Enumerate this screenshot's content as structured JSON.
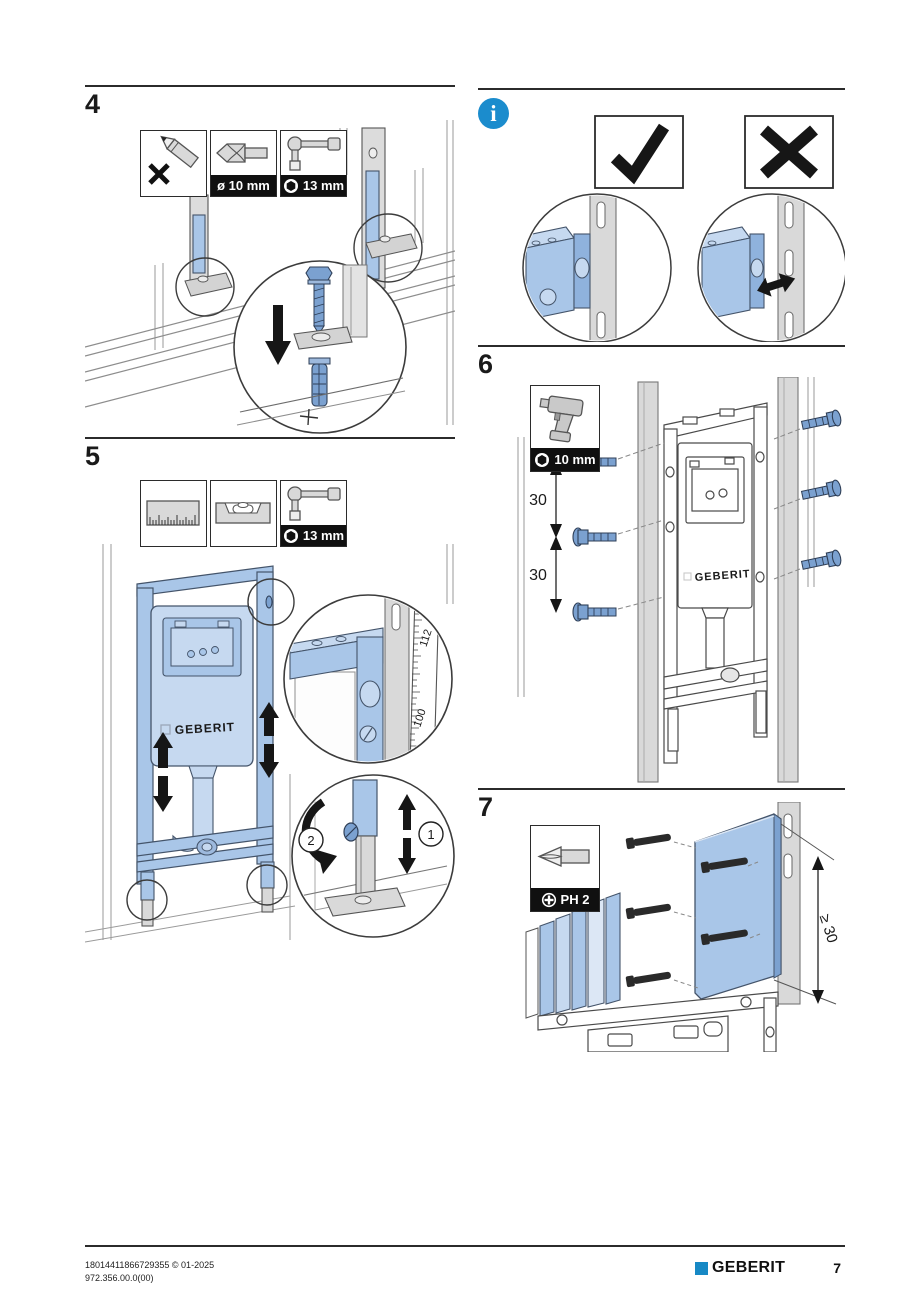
{
  "step4": {
    "number": "4",
    "drill_label": "ø 10 mm",
    "socket_label": "13 mm"
  },
  "step5": {
    "number": "5",
    "socket_label": "13 mm",
    "tape_high": "112",
    "tape_low": "100",
    "seq1": "1",
    "seq2": "2",
    "brand": "GEBERIT"
  },
  "step6": {
    "number": "6",
    "socket_label": "10 mm",
    "dim_upper": "30",
    "dim_lower": "30",
    "brand": "GEBERIT"
  },
  "step7": {
    "number": "7",
    "bit_label": "PH 2",
    "dim": "≥ 30"
  },
  "footer": {
    "doc_number": "18014411866729355 © 01-2025",
    "doc_code": "972.356.00.0(00)",
    "brand": "GEBERIT",
    "page": "7"
  }
}
